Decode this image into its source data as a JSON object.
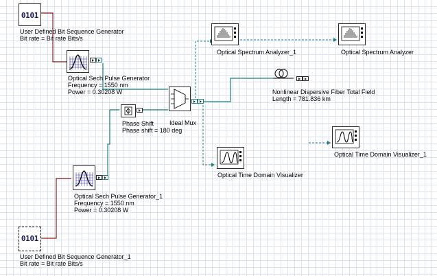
{
  "components": {
    "bitgen1": {
      "name": "User Defined Bit Sequence Generator",
      "param": "Bit rate = Bit rate  Bits/s",
      "glyph": "0101"
    },
    "bitgen2": {
      "name": "User Defined Bit Sequence Generator_1",
      "param": "Bit rate = Bit rate  Bits/s",
      "glyph": "0101"
    },
    "pulse1": {
      "name": "Optical Sech Pulse Generator",
      "params": [
        "Frequency = 1550  nm",
        "Power = 0.30208  W"
      ]
    },
    "pulse2": {
      "name": "Optical Sech Pulse Generator_1",
      "params": [
        "Frequency = 1550  nm",
        "Power = 0.30208  W"
      ]
    },
    "phase": {
      "name": "Phase Shift",
      "param": "Phase shift = 180  deg"
    },
    "mux": {
      "name": "Ideal Mux"
    },
    "osa1": {
      "name": "Optical Spectrum Analyzer_1"
    },
    "osa2": {
      "name": "Optical Spectrum Analyzer"
    },
    "fiber": {
      "name": "Nonlinear Dispersive Fiber Total Field",
      "param": "Length = 781.836  km"
    },
    "otdv1": {
      "name": "Optical Time Domain Visualizer_1"
    },
    "otdv2": {
      "name": "Optical Time Domain Visualizer"
    }
  },
  "colors": {
    "electrical_wire": "#8b1a1a",
    "optical_wire": "#1a8080",
    "grid": "#dde3f2"
  }
}
